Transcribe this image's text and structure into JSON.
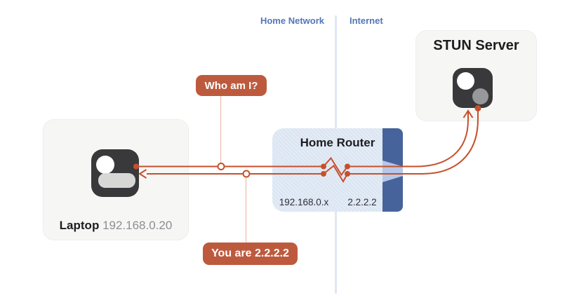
{
  "regions": {
    "home_network_label": "Home Network",
    "internet_label": "Internet"
  },
  "nodes": {
    "laptop": {
      "title": "Laptop",
      "ip": "192.168.0.20"
    },
    "router": {
      "title": "Home Router",
      "lan_ip": "192.168.0.x",
      "wan_ip": "2.2.2.2"
    },
    "stun_server": {
      "title": "STUN Server"
    }
  },
  "messages": {
    "request_label": "Who am I?",
    "response_label": "You are 2.2.2.2"
  },
  "colors": {
    "accent_orange": "#c6502c",
    "bubble_orange": "#bd5a3d",
    "region_blue": "#5376b7",
    "router_fill": "#dce6f3",
    "router_bar": "#47639b",
    "funnel": "#b6c7e7",
    "node_fill": "#f6f6f5",
    "icon_dark": "#39393b",
    "divider": "#e0e6f4",
    "title_dark": "#1d1d1f",
    "muted_gray": "#8e8e93"
  }
}
